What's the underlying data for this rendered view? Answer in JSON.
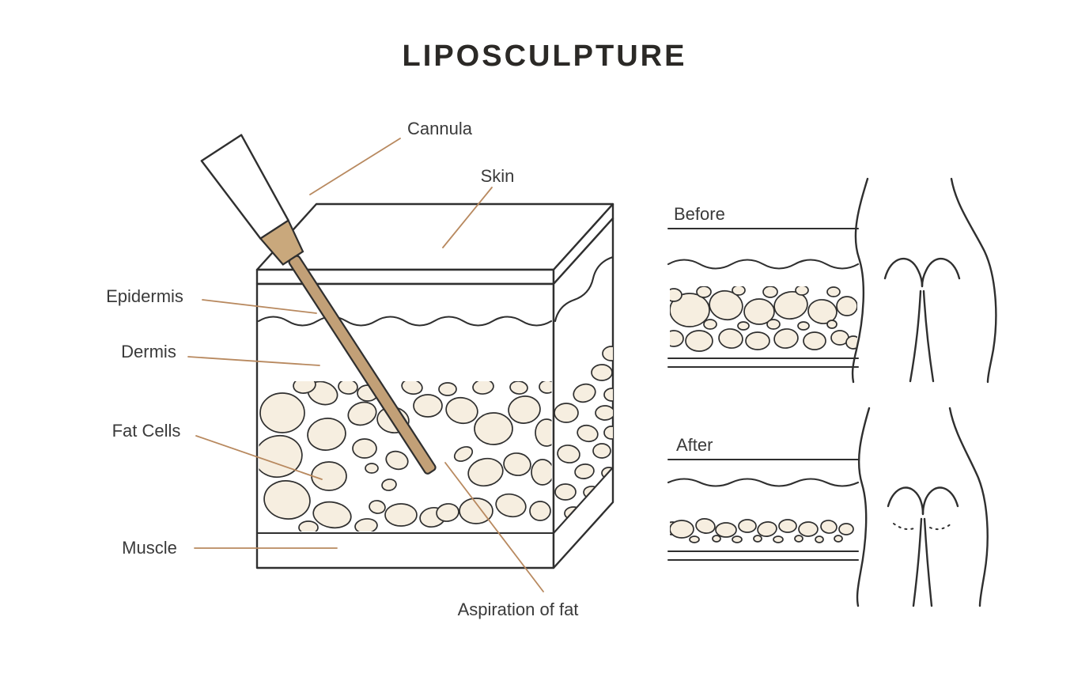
{
  "title": "LIPOSCULPTURE",
  "cross_section": {
    "labels": {
      "cannula": "Cannula",
      "skin": "Skin",
      "epidermis": "Epidermis",
      "dermis": "Dermis",
      "fat_cells": "Fat Cells",
      "muscle": "Muscle",
      "aspiration": "Aspiration of fat"
    }
  },
  "comparison": {
    "before": "Before",
    "after": "After"
  },
  "colors": {
    "outline": "#2f2f2f",
    "leader_line": "#b8895f",
    "cannula_fill": "#c9a87c",
    "cannula_rod_fill": "#c2a077",
    "fat_fill": "#f6eee0",
    "label_text": "#3a3a3a",
    "title_text": "#2b2926",
    "background": "#ffffff"
  }
}
